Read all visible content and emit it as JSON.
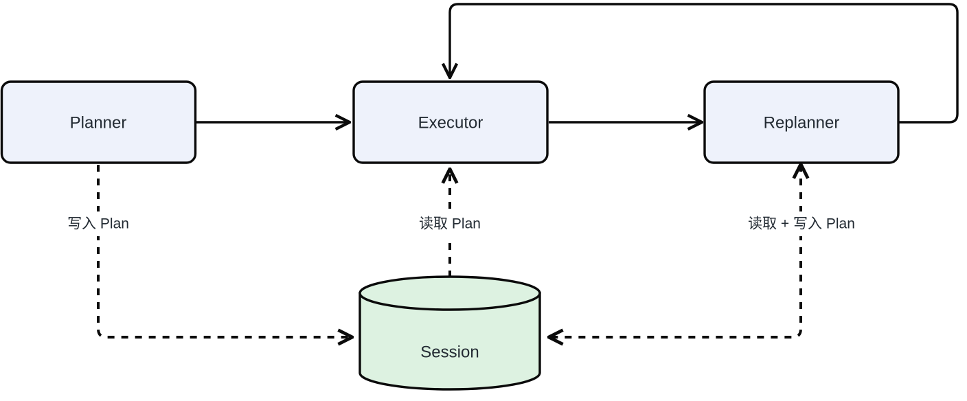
{
  "diagram": {
    "title": "Planner Executor Replanner Session flow",
    "colors": {
      "node_fill": "#eef2fb",
      "store_fill": "#ddf2e1",
      "stroke": "#0b0b0b",
      "text": "#232b33",
      "background": "#ffffff"
    },
    "nodes": [
      {
        "id": "planner",
        "label": "Planner",
        "shape": "rounded-rect"
      },
      {
        "id": "executor",
        "label": "Executor",
        "shape": "rounded-rect"
      },
      {
        "id": "replanner",
        "label": "Replanner",
        "shape": "rounded-rect"
      },
      {
        "id": "session",
        "label": "Session",
        "shape": "cylinder"
      }
    ],
    "edges": [
      {
        "id": "planner-to-executor",
        "from": "Planner",
        "to": "Executor",
        "label": "",
        "style": "solid"
      },
      {
        "id": "executor-to-replanner",
        "from": "Executor",
        "to": "Replanner",
        "label": "",
        "style": "solid"
      },
      {
        "id": "replanner-to-executor",
        "from": "Replanner",
        "to": "Executor",
        "label": "",
        "style": "solid"
      },
      {
        "id": "planner-to-session",
        "from": "Planner",
        "to": "Session",
        "label": "写入 Plan",
        "style": "dashed"
      },
      {
        "id": "session-to-executor",
        "from": "Session",
        "to": "Executor",
        "label": "读取 Plan",
        "style": "dashed"
      },
      {
        "id": "replanner-to-session",
        "from": "Replanner",
        "to": "Session",
        "label": "读取 + 写入 Plan",
        "style": "dashed"
      }
    ]
  }
}
